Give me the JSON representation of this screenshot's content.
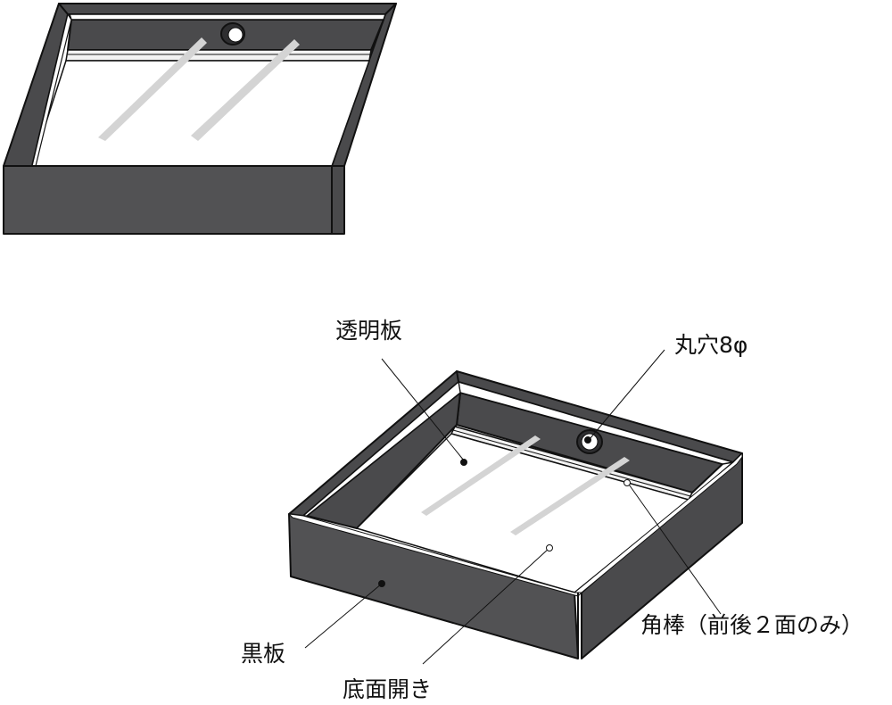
{
  "colors": {
    "panel_dark": "#4a4a4c",
    "panel_front": "#525254",
    "outline": "#111111",
    "edge_white": "#ffffff",
    "rod_light": "#f2f2f2",
    "reflection": "#d4d4d4",
    "glass_floor": "#ffffff"
  },
  "labels": {
    "transparent_board": "透明板",
    "round_hole": "丸穴8φ",
    "square_rod": "角棒（前後２面のみ）",
    "black_board": "黒板",
    "open_bottom": "底面開き"
  }
}
